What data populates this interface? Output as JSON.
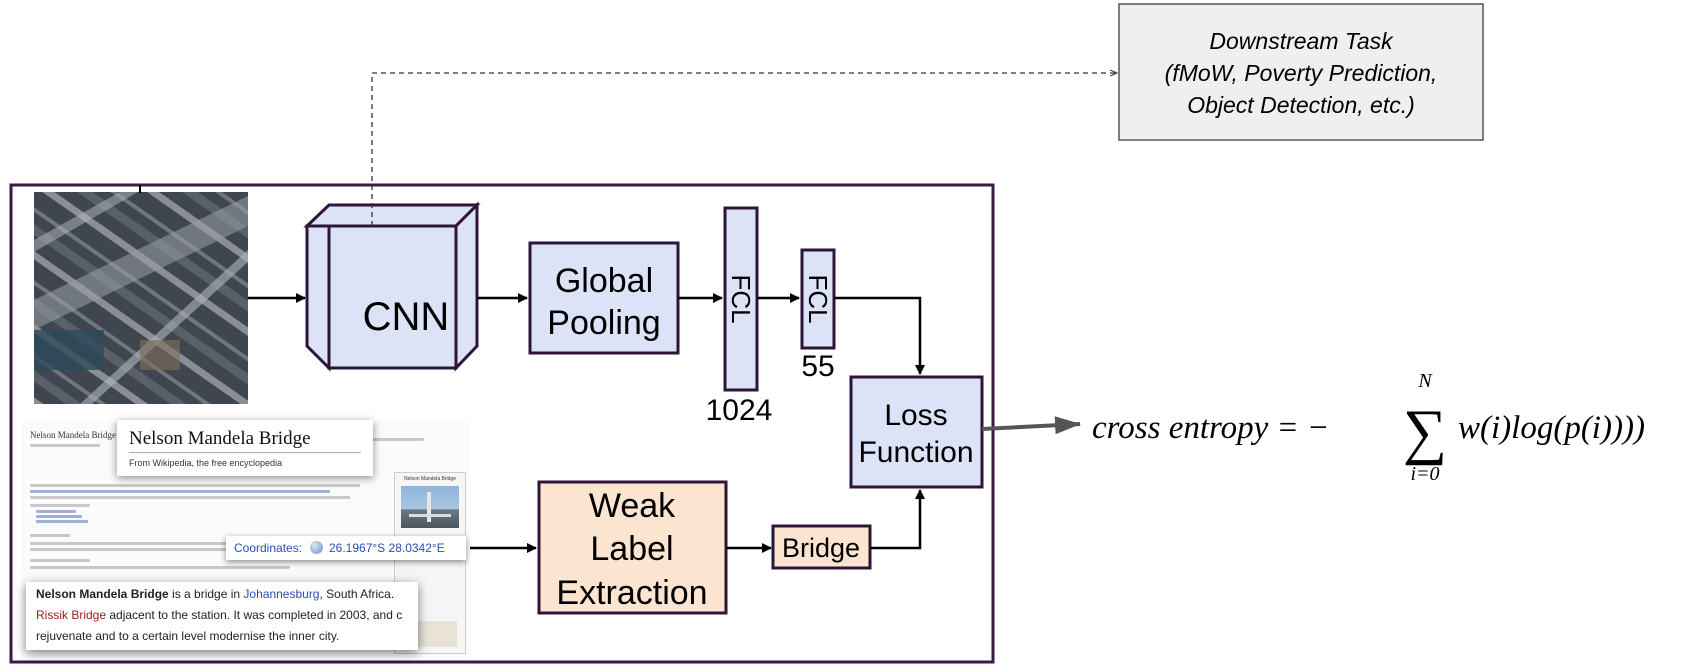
{
  "downstream": {
    "line1": "Downstream Task",
    "line2": "(fMoW, Poverty Prediction,",
    "line3": "Object Detection, etc.)"
  },
  "cnn": {
    "label": "CNN"
  },
  "global_pooling": {
    "line1": "Global",
    "line2": "Pooling"
  },
  "fcl1": {
    "label": "FCL",
    "size": "1024"
  },
  "fcl2": {
    "label": "FCL",
    "size": "55"
  },
  "loss": {
    "line1": "Loss",
    "line2": "Function"
  },
  "weak_label": {
    "line1": "Weak",
    "line2": "Label",
    "line3": "Extraction"
  },
  "bridge_label": "Bridge",
  "formula": {
    "lhs": "cross entropy = −",
    "sum_upper": "N",
    "sum_lower": "i=0",
    "rhs": "w(i)log(p(i))))"
  },
  "wiki": {
    "bg_title": "Nelson Mandela Bridge",
    "popup_title": "Nelson Mandela Bridge",
    "popup_subtitle": "From Wikipedia, the free encyclopedia",
    "infobox_title": "Nelson Mandela Bridge",
    "coordinates_label": "Coordinates:",
    "coordinates_value": "26.1967°S 28.0342°E",
    "excerpt_bold": "Nelson Mandela Bridge",
    "excerpt_1a": " is a bridge in ",
    "excerpt_link1": "Johannesburg",
    "excerpt_1b": ", South Africa.",
    "excerpt_link2": "Rissik Bridge",
    "excerpt_2": " adjacent to the station. It was completed in 2003, and c",
    "excerpt_3": "rejuvenate and to a certain level modernise the inner city."
  },
  "colors": {
    "box_fill_blue": "#dce3f7",
    "box_fill_orange": "#fbe5d0",
    "box_stroke": "#2e1538",
    "frame_stroke": "#3a1a44",
    "downstream_fill": "#efefef",
    "link_blue": "#2a4fb5",
    "link_red": "#9b1c1c"
  }
}
